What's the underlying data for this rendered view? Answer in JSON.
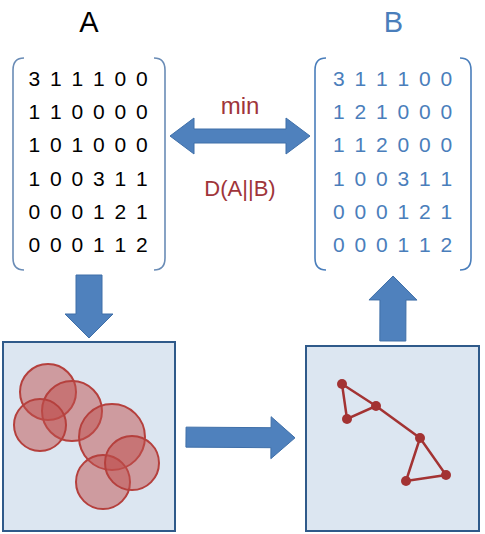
{
  "diagram": {
    "nodes": [
      {
        "text": [
          "A",
          "3 1 1 1 0 0",
          "1 1 0 0 0 0",
          "1 0 1 0 0 0",
          "1 0 0 3 1 1",
          "0 0 0 1 2 1",
          "0 0 0 1 1 2"
        ]
      },
      {
        "text": [
          "B",
          "3 1 1 1 0 0",
          "1 2 1 0 0 0",
          "1 1 2 0 0 0",
          "1 0 0 3 1 1",
          "0 0 0 1 2 1",
          "0 0 0 1 1 2"
        ]
      },
      {
        "text": []
      },
      {
        "text": []
      }
    ],
    "edges": [
      {
        "from": 0,
        "to": 1,
        "arrow": "both",
        "label": "min"
      },
      {
        "from": 0,
        "to": 2,
        "arrow": "to"
      },
      {
        "from": 2,
        "to": 3,
        "arrow": "to"
      },
      {
        "from": 3,
        "to": 1,
        "arrow": "to"
      }
    ],
    "labels": [
      "D(A||B)"
    ]
  }
}
